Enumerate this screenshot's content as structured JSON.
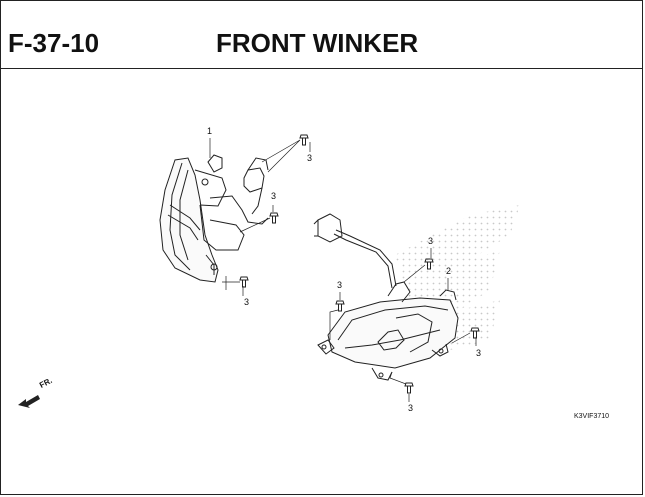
{
  "header": {
    "code": "F-37-10",
    "title": "FRONT WINKER"
  },
  "callouts": {
    "c1": "1",
    "c2": "2",
    "c3": "3"
  },
  "footer": {
    "ref_code": "K3VIF3710",
    "direction": "FR."
  }
}
